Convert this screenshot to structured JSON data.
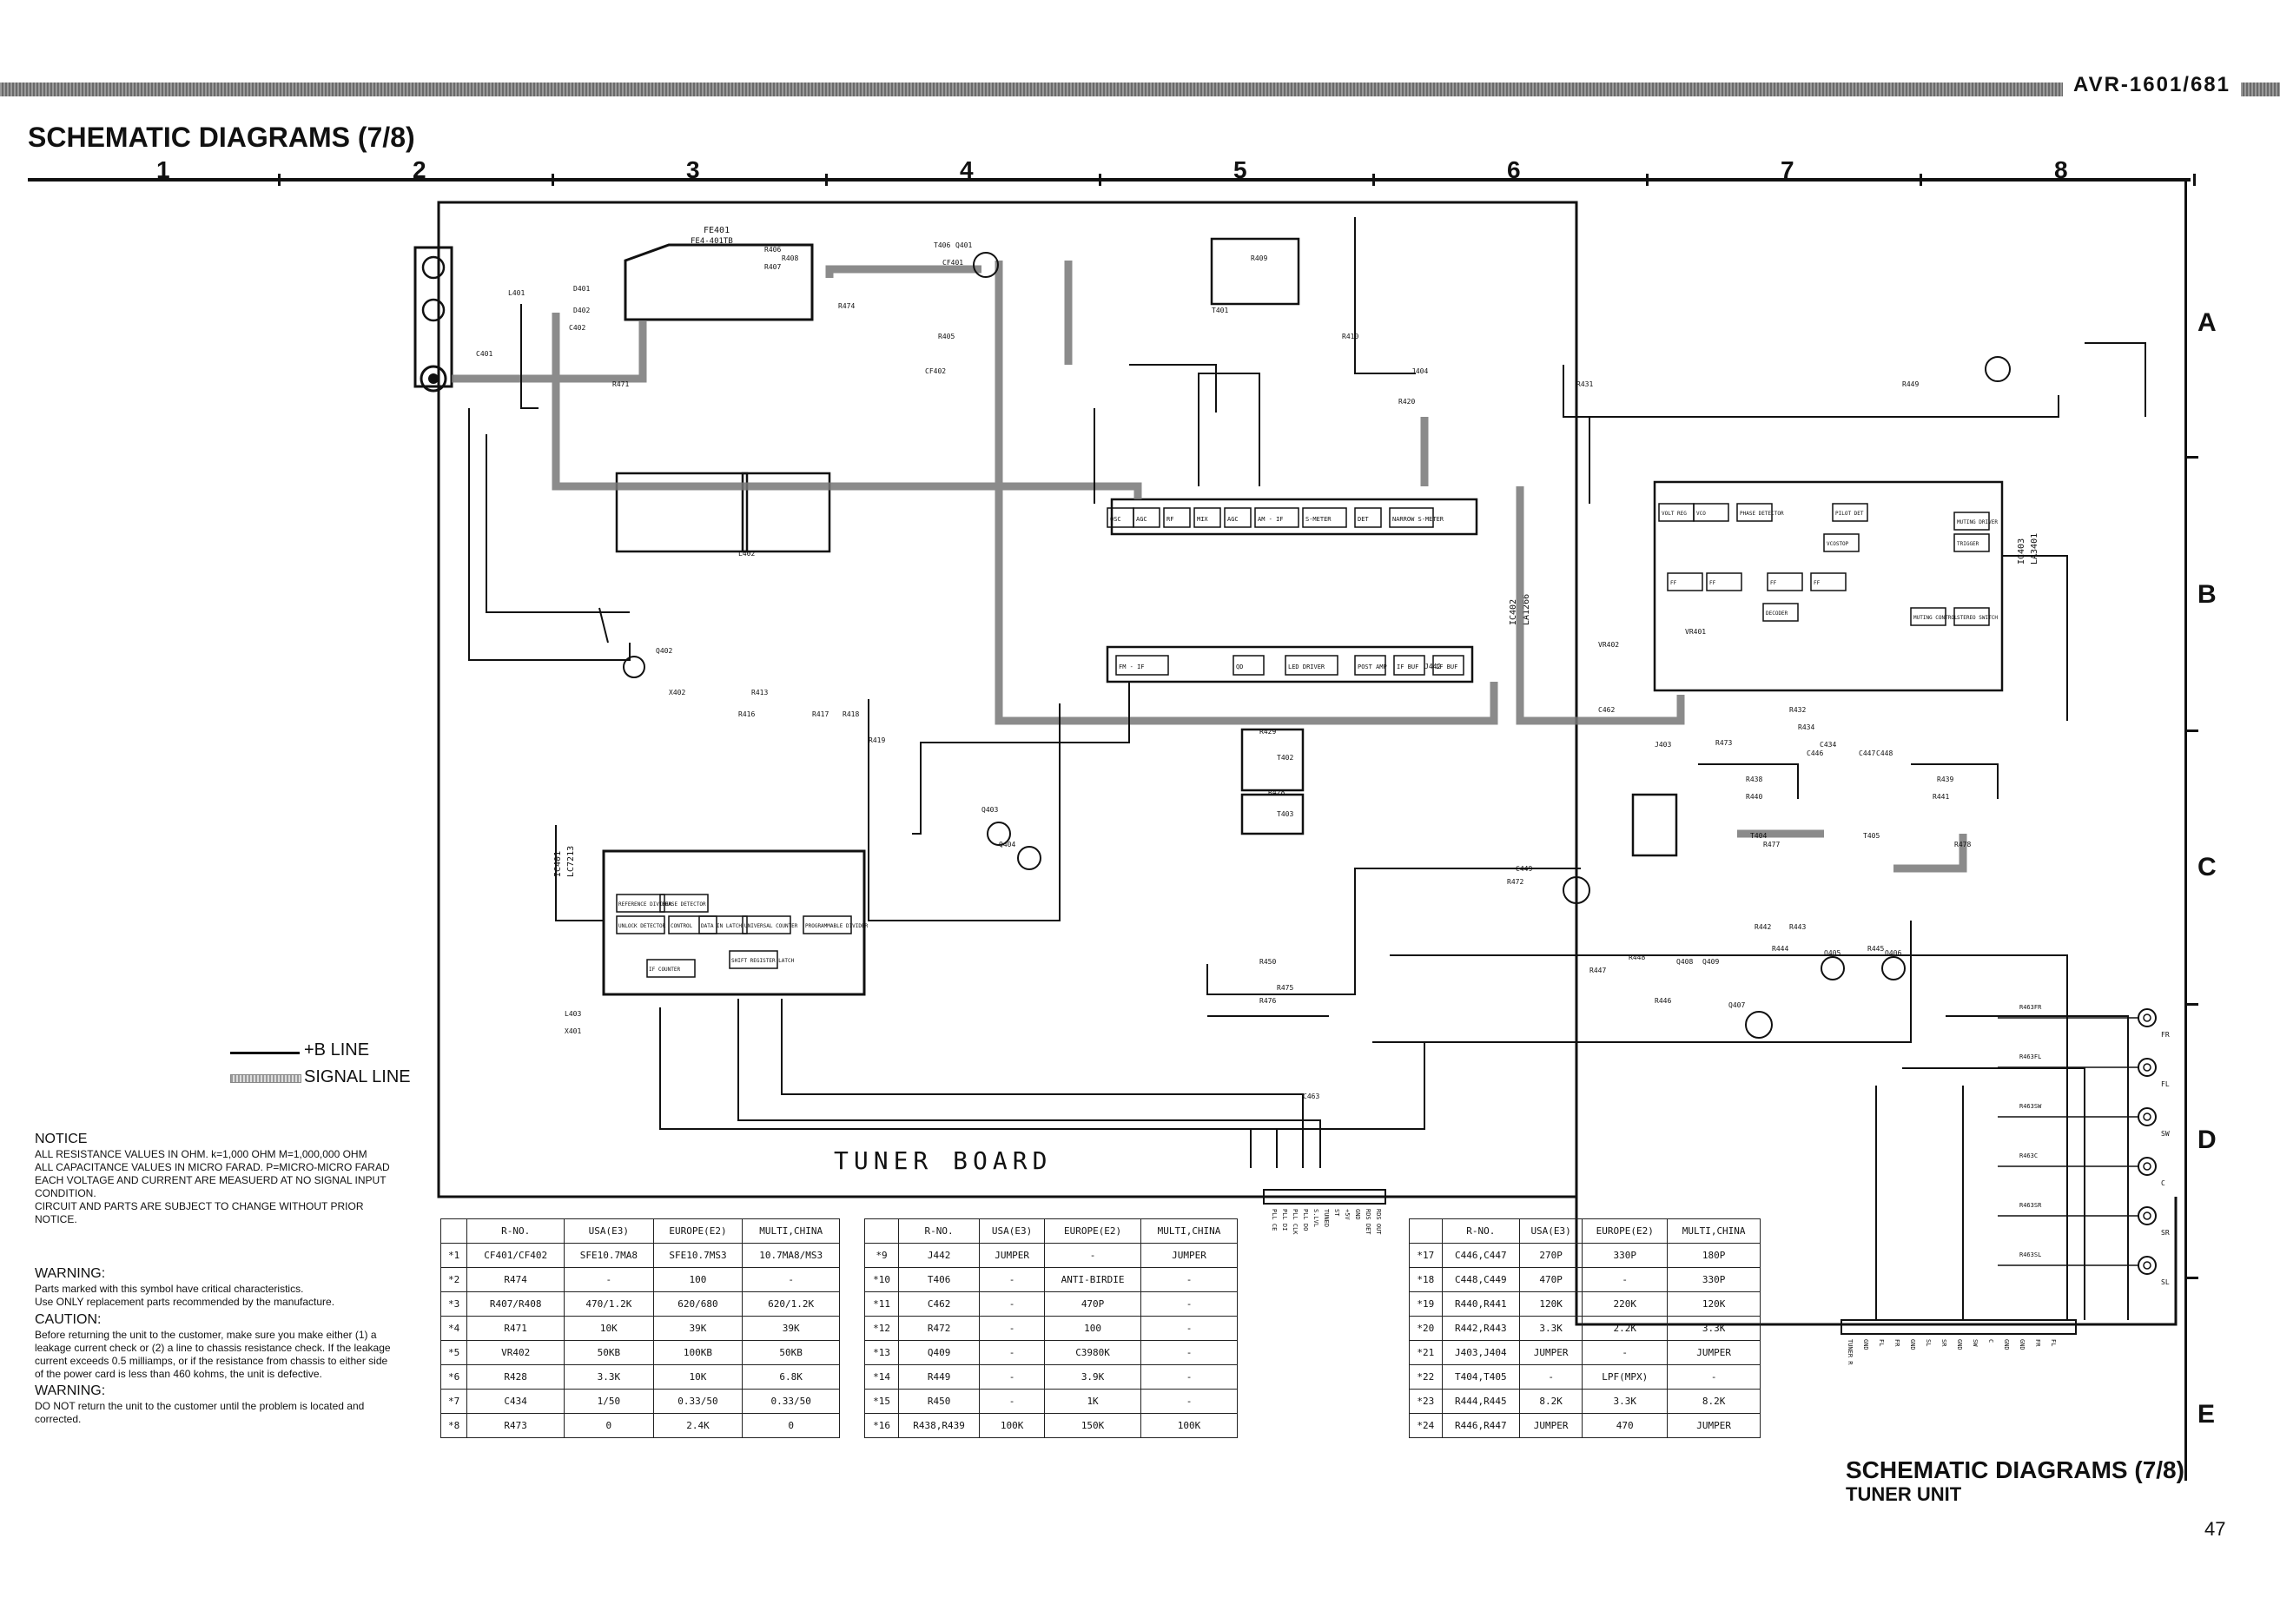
{
  "header": {
    "model": "AVR-1601/681",
    "title": "SCHEMATIC DIAGRAMS (7/8)"
  },
  "columns": [
    "1",
    "2",
    "3",
    "4",
    "5",
    "6",
    "7",
    "8"
  ],
  "rows": [
    "A",
    "B",
    "C",
    "D",
    "E"
  ],
  "legend": {
    "b_line": "+B LINE",
    "signal_line": "SIGNAL LINE"
  },
  "board_label": "TUNER BOARD",
  "notes": {
    "notice_title": "NOTICE",
    "notice_lines": [
      "ALL RESISTANCE VALUES IN OHM. k=1,000 OHM M=1,000,000 OHM",
      "ALL CAPACITANCE VALUES IN MICRO FARAD. P=MICRO-MICRO FARAD",
      "EACH VOLTAGE AND CURRENT ARE MEASUERD AT NO SIGNAL INPUT",
      "CONDITION.",
      "CIRCUIT AND PARTS ARE SUBJECT TO CHANGE WITHOUT PRIOR",
      "NOTICE."
    ],
    "warning1_title": "WARNING:",
    "warning1_lines": [
      "Parts marked with this symbol have critical characteristics.",
      "Use ONLY replacement parts recommended by the manufacture."
    ],
    "caution_title": "CAUTION:",
    "caution_lines": [
      "Before returning the unit to the customer, make sure you make either (1) a",
      "leakage current check or (2) a line to chassis resistance check. If the leakage",
      "current exceeds 0.5 milliamps, or if the resistance from chassis to either side",
      "of the power card is less than 460 kohms, the unit is defective."
    ],
    "warning2_title": "WARNING:",
    "warning2_lines": [
      "DO NOT return the unit to the customer until the problem is located and",
      "corrected."
    ]
  },
  "tables": {
    "header": [
      "",
      "R-NO.",
      "USA(E3)",
      "EUROPE(E2)",
      "MULTI,CHINA"
    ],
    "t1": [
      [
        "*1",
        "CF401/CF402",
        "SFE10.7MA8",
        "SFE10.7MS3",
        "10.7MA8/MS3"
      ],
      [
        "*2",
        "R474",
        "-",
        "100",
        "-"
      ],
      [
        "*3",
        "R407/R408",
        "470/1.2K",
        "620/680",
        "620/1.2K"
      ],
      [
        "*4",
        "R471",
        "10K",
        "39K",
        "39K"
      ],
      [
        "*5",
        "VR402",
        "50KB",
        "100KB",
        "50KB"
      ],
      [
        "*6",
        "R428",
        "3.3K",
        "10K",
        "6.8K"
      ],
      [
        "*7",
        "C434",
        "1/50",
        "0.33/50",
        "0.33/50"
      ],
      [
        "*8",
        "R473",
        "0",
        "2.4K",
        "0"
      ]
    ],
    "t2": [
      [
        "*9",
        "J442",
        "JUMPER",
        "-",
        "JUMPER"
      ],
      [
        "*10",
        "T406",
        "-",
        "ANTI-BIRDIE",
        "-"
      ],
      [
        "*11",
        "C462",
        "-",
        "470P",
        "-"
      ],
      [
        "*12",
        "R472",
        "-",
        "100",
        "-"
      ],
      [
        "*13",
        "Q409",
        "-",
        "C3980K",
        "-"
      ],
      [
        "*14",
        "R449",
        "-",
        "3.9K",
        "-"
      ],
      [
        "*15",
        "R450",
        "-",
        "1K",
        "-"
      ],
      [
        "*16",
        "R438,R439",
        "100K",
        "150K",
        "100K"
      ]
    ],
    "t3": [
      [
        "*17",
        "C446,C447",
        "270P",
        "330P",
        "180P"
      ],
      [
        "*18",
        "C448,C449",
        "470P",
        "-",
        "330P"
      ],
      [
        "*19",
        "R440,R441",
        "120K",
        "220K",
        "120K"
      ],
      [
        "*20",
        "R442,R443",
        "3.3K",
        "2.2K",
        "3.3K"
      ],
      [
        "*21",
        "J403,J404",
        "JUMPER",
        "-",
        "JUMPER"
      ],
      [
        "*22",
        "T404,T405",
        "-",
        "LPF(MPX)",
        "-"
      ],
      [
        "*23",
        "R444,R445",
        "8.2K",
        "3.3K",
        "8.2K"
      ],
      [
        "*24",
        "R446,R447",
        "JUMPER",
        "470",
        "JUMPER"
      ]
    ]
  },
  "components": {
    "ic_frontend": "FE401",
    "ic_fe_part": "FE4-401TB",
    "ic_pll": "IC401",
    "ic_pll_part": "LC7213",
    "ic_mpx": "IC403",
    "ic_mpx_part": "LA3401",
    "ic_if": "IC402",
    "ic_if_part": "LA1266",
    "blocks_if": [
      "OSC",
      "AGC",
      "RF",
      "MIX",
      "AGC",
      "AM - IF",
      "S-METER",
      "DET",
      "NARROW S-METER"
    ],
    "blocks_fm": [
      "FM - IF",
      "QD",
      "LED DRIVER",
      "POST AMP",
      "IF BUF",
      "IF BUF"
    ],
    "blocks_mpx": [
      "VOLT REG",
      "VCO",
      "PHASE DETECTOR",
      "PILOT DET",
      "MUTING DRIVER",
      "TRIGGER",
      "VCOSTOP",
      "FF",
      "FF",
      "FF",
      "FF",
      "DECODER",
      "MUTING CONTROL",
      "STEREO SWITCH"
    ],
    "blocks_pll": [
      "REFERENCE DIVIDER",
      "PHASE DETECTOR",
      "UNLOCK DETECTOR",
      "CONTROL",
      "DATA IN LATCH",
      "UNIVERSAL COUNTER",
      "PROGRAMMABLE DIVIDER",
      "SHIFT REGISTER LATCH",
      "IF COUNTER"
    ],
    "labels": [
      "C401",
      "L401",
      "D401",
      "D402",
      "C402",
      "R471",
      "R472",
      "R473",
      "R474",
      "R405",
      "R406",
      "R407",
      "R408",
      "R409",
      "R410",
      "Q401",
      "Q402",
      "Q403",
      "Q404",
      "Q405",
      "Q406",
      "Q407",
      "Q408",
      "Q409",
      "T401",
      "T402",
      "T403",
      "T404",
      "T405",
      "T406",
      "CF401",
      "CF402",
      "L402",
      "L403",
      "X401",
      "X402",
      "R413",
      "R416",
      "R417",
      "R418",
      "R419",
      "R420",
      "R428",
      "R429",
      "R431",
      "R432",
      "R434",
      "R438",
      "R439",
      "R440",
      "R441",
      "R442",
      "R443",
      "R444",
      "R445",
      "R446",
      "R447",
      "R448",
      "R449",
      "R450",
      "R475",
      "R476",
      "R477",
      "R478",
      "J403",
      "J404",
      "J442",
      "VR401",
      "VR402",
      "C434",
      "C446",
      "C447",
      "C448",
      "C449",
      "C462",
      "C463"
    ],
    "outputs": [
      "FR",
      "FL",
      "SW",
      "C",
      "SR",
      "SL"
    ],
    "output_resistors": [
      "R463FR",
      "R463FL",
      "R463SW",
      "R463C",
      "R463SR",
      "R463SL"
    ],
    "bottom_connector": [
      "PLL CE",
      "PLL DI",
      "PLL CLK",
      "PLL DO",
      "S.LVL",
      "TUNED",
      "ST",
      "+5V",
      "GND",
      "RDS DET",
      "RDS OUT"
    ],
    "right_connector": [
      "TUNER R",
      "GND",
      "FL",
      "FR",
      "GND",
      "SL",
      "SR",
      "GND",
      "SW",
      "C",
      "GND",
      "GND",
      "FR",
      "FL"
    ]
  },
  "footer": {
    "title": "SCHEMATIC DIAGRAMS (7/8)",
    "subtitle": "TUNER UNIT",
    "page": "47"
  }
}
